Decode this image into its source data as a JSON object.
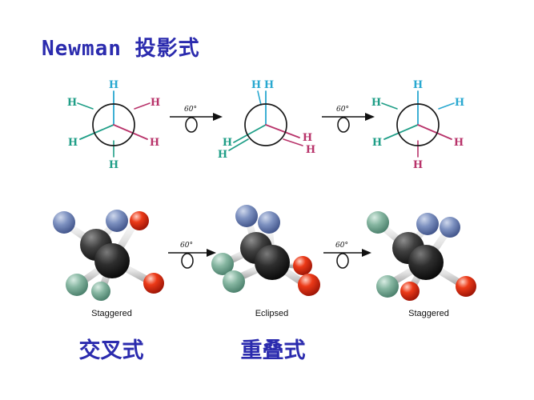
{
  "slide": {
    "title_latin": "Newman",
    "title_cjk": "投影式",
    "background_color": "#ffffff",
    "title_color": "#2b2bae"
  },
  "colors": {
    "front_h_cyan": "#29a8d0",
    "back_h_teal": "#1f9e87",
    "front_h_magenta": "#b8336a",
    "back_h_magenta": "#c2185b",
    "bond_black": "#1a1a1a",
    "carbon_gray": "#3a3a3a",
    "sphere_blue": "#6b7fb0",
    "sphere_green": "#7fae9b",
    "sphere_red": "#e02b18",
    "stick_white": "#e8e8e8"
  },
  "newman_row": {
    "projections": [
      {
        "name": "staggered-left",
        "conformation": "staggered",
        "front_hydrogens": [
          {
            "label": "H",
            "position": "top",
            "color": "#29a8d0"
          },
          {
            "label": "H",
            "position": "lower-left",
            "color": "#29a8d0"
          },
          {
            "label": "H",
            "position": "lower-right",
            "color": "#b8336a"
          }
        ],
        "back_hydrogens": [
          {
            "label": "H",
            "position": "upper-left",
            "color": "#1f9e87"
          },
          {
            "label": "H",
            "position": "upper-right",
            "color": "#b8336a"
          },
          {
            "label": "H",
            "position": "bottom",
            "color": "#1f9e87"
          }
        ]
      },
      {
        "name": "eclipsed-middle",
        "conformation": "eclipsed",
        "front_hydrogens": [
          {
            "label": "H",
            "position": "top",
            "color": "#29a8d0"
          },
          {
            "label": "H",
            "position": "lower-left",
            "color": "#1f9e87"
          },
          {
            "label": "H",
            "position": "lower-right",
            "color": "#b8336a"
          }
        ],
        "back_hydrogens": [
          {
            "label": "H",
            "position": "top",
            "color": "#29a8d0"
          },
          {
            "label": "H",
            "position": "lower-left",
            "color": "#1f9e87"
          },
          {
            "label": "H",
            "position": "lower-right",
            "color": "#b8336a"
          }
        ]
      },
      {
        "name": "staggered-right",
        "conformation": "staggered",
        "front_hydrogens": [
          {
            "label": "H",
            "position": "top",
            "color": "#29a8d0"
          },
          {
            "label": "H",
            "position": "lower-left",
            "color": "#1f9e87"
          },
          {
            "label": "H",
            "position": "lower-right",
            "color": "#b8336a"
          }
        ],
        "back_hydrogens": [
          {
            "label": "H",
            "position": "upper-left",
            "color": "#1f9e87"
          },
          {
            "label": "H",
            "position": "upper-right",
            "color": "#29a8d0"
          },
          {
            "label": "H",
            "position": "bottom",
            "color": "#b8336a"
          }
        ]
      }
    ]
  },
  "rotation_arrows": [
    {
      "name": "rotation-arrow-top-1",
      "angle_label": "60°"
    },
    {
      "name": "rotation-arrow-top-2",
      "angle_label": "60°"
    },
    {
      "name": "rotation-arrow-bottom-1",
      "angle_label": "60°"
    },
    {
      "name": "rotation-arrow-bottom-2",
      "angle_label": "60°"
    }
  ],
  "model_row": {
    "models": [
      {
        "name": "ball-stick-staggered-left",
        "caption": "Staggered"
      },
      {
        "name": "ball-stick-eclipsed-middle",
        "caption": "Eclipsed"
      },
      {
        "name": "ball-stick-staggered-right",
        "caption": "Staggered"
      }
    ]
  },
  "cjk_labels": [
    {
      "name": "label-staggered-cjk",
      "text": "交叉式"
    },
    {
      "name": "label-eclipsed-cjk",
      "text": "重叠式"
    }
  ]
}
